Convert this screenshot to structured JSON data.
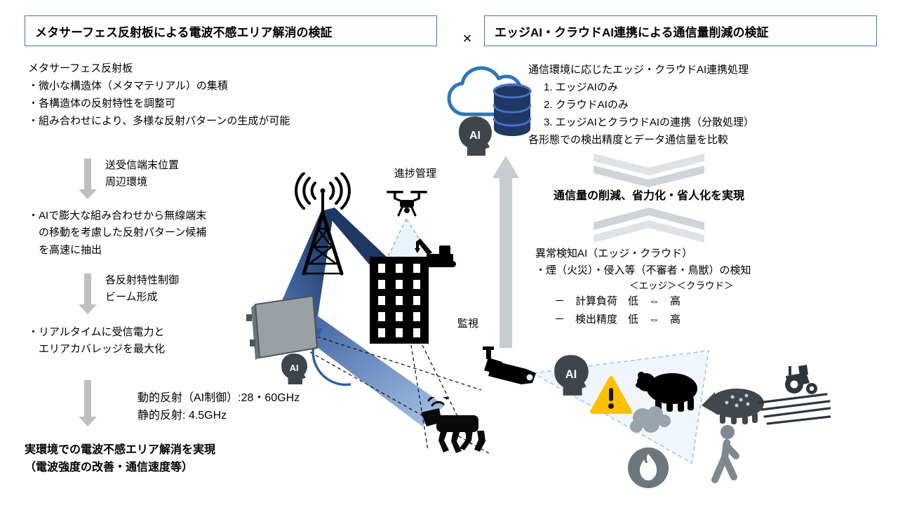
{
  "header": {
    "left_title": "メタサーフェス反射板による電波不感エリア解消の検証",
    "times": "×",
    "right_title": "エッジAI・クラウドAI連携による通信量削減の検証"
  },
  "left_flow": {
    "intro_title": "メタサーフェス反射板",
    "intro_bullets": [
      "・微小な構造体（メタマテリアル）の集積",
      "・各構造体の反射特性を調整可",
      "・組み合わせにより、多様な反射パターンの生成が可能"
    ],
    "arrow1_label": "送受信端末位置\n周辺環境",
    "step_ai": "・AIで膨大な組み合わせから無線端末\n　の移動を考慮した反射パターン候補\n　を高速に抽出",
    "arrow2_label": "各反射特性制御\nビーム形成",
    "step_realtime": "・リアルタイムに受信電力と\n　エリアカバレッジを最大化",
    "frequencies": "動的反射（AI制御）:28・60GHz\n静的反射: 4.5GHz",
    "outcome": "実環境での電波不感エリア解消を実現\n（電波強度の改善・通信速度等）"
  },
  "scene": {
    "progress_label": "進捗管理",
    "monitor_label": "監視",
    "ai_label": "AI"
  },
  "right_flow": {
    "top_title": "通信環境に応じたエッジ・クラウドAI連携処理",
    "options": [
      "1. エッジAIのみ",
      "2. クラウドAIのみ",
      "3. エッジAIとクラウドAIの連携（分散処理）"
    ],
    "compare_note": "各形態での検出精度とデータ通信量を比較",
    "outcome": "通信量の削減、省力化・省人化を実現",
    "detection_title": "異常検知AI（エッジ・クラウド）",
    "detection_desc": "・煙（火災）・侵入等（不審者・鳥獣）の検知",
    "edge_cloud_header": "＜エッジ＞＜クラウド＞",
    "compare_rows": [
      "－　計算負荷　低　⇔　高",
      "－　検出精度　低　⇔　高"
    ]
  },
  "icons": {
    "cell-tower-icon": "radio tower with signal arcs",
    "drone-icon": "quadcopter drone for progress management",
    "building-icon": "construction building silhouette",
    "excavator-icon": "excavator crane on rooftop",
    "metasurface-panel-icon": "metasurface reflector panel",
    "ai-head-icon": "head profile with AI label",
    "robot-dog-icon": "quadruped robot with wifi arcs",
    "cctv-camera-icon": "surveillance camera",
    "cloud-icon": "cloud AI cloud outline",
    "database-icon": "stacked database cylinder",
    "warning-icon": "warning triangle with exclamation",
    "bear-icon": "bear silhouette",
    "boar-icon": "wild boar silhouette",
    "walking-person-icon": "intruder person silhouette",
    "smoke-flame-icon": "smoke puff and fire circle",
    "tractor-field-icon": "tractor on plowed field",
    "beam-steering-arrow-icon": "curved beam steering arrow",
    "flow-down-arrow-icon": "gray process step arrow",
    "upload-arrow-icon": "gray upward arrow to cloud",
    "chevrons-icon": "gray converging chevrons"
  },
  "colors": {
    "box_border_blue": "#4472c4",
    "beam_navy": "#1f3864",
    "beam_light": "#a9c4e8",
    "cloud_blue": "#2e75b6",
    "database_navy": "#203864",
    "warning_yellow": "#ffc000",
    "gray_arrow": "#bfbfbf",
    "head_dark": "#3e464c"
  }
}
